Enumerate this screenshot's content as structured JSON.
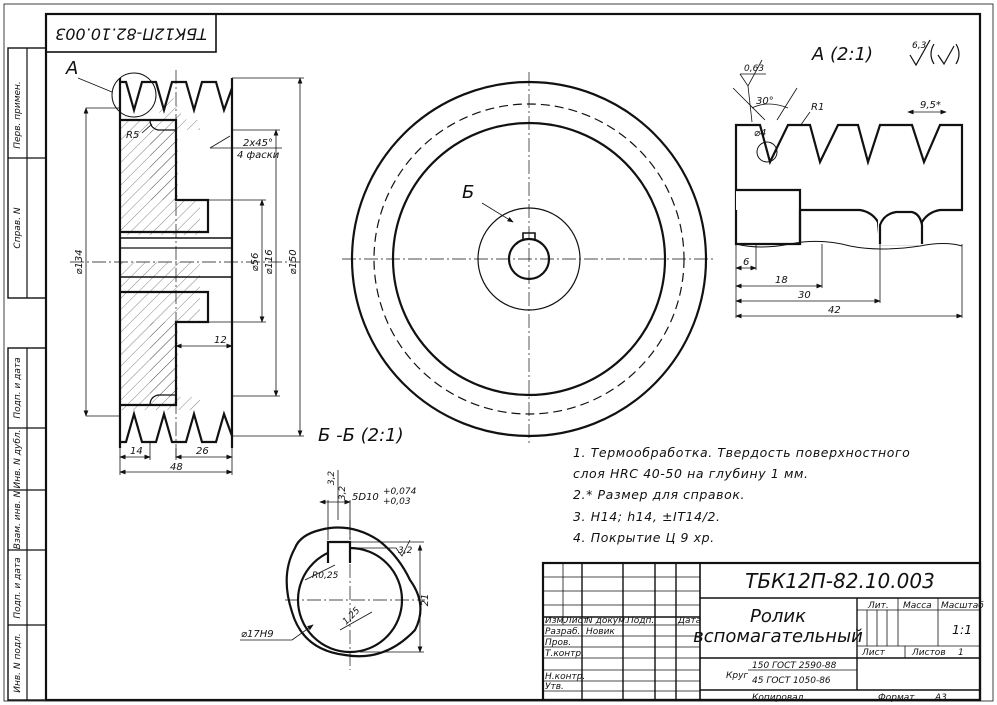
{
  "stamp_code": "ТБК12П-82.10.003",
  "side_margin": [
    "Перв. примен.",
    "Справ. N",
    "Подп. и дата",
    "Инв. N дубл.",
    "Взам. инв. N",
    "Подп. и дата",
    "Инв. N подл."
  ],
  "main_view": {
    "callout_letter": "А",
    "radius_label": "R5",
    "chamfer_label": "2x45°",
    "chamfer_note": "4 фаски",
    "dim_134": "⌀134",
    "dim_56": "⌀56",
    "dim_116": "⌀116",
    "dim_150": "⌀150",
    "dim_12": "12",
    "dim_14": "14",
    "dim_26": "26",
    "dim_48": "48"
  },
  "front_view": {
    "section_letter": "Б"
  },
  "detail_a": {
    "title": "А (2:1)",
    "roughness_general": "6,3",
    "roughness_local": "0,63",
    "angle": "30°",
    "radius": "R1",
    "pitch": "9,5*",
    "dia": "⌀4",
    "dim_6": "6",
    "dim_18": "18",
    "dim_30": "30",
    "dim_42": "42"
  },
  "section_bb": {
    "title": "Б -Б (2:1)",
    "roughness_top": "3,2",
    "roughness_side": "3,2",
    "roughness_key": "3,2",
    "keyway_tol": "5D10",
    "tol_upper": "+0,074",
    "tol_lower": "+0,03",
    "radius": "R0,25",
    "roughness_bore": "1,25",
    "dim_21": "21",
    "bore": "⌀17H9"
  },
  "notes": [
    "1.  Термообработка. Твердость поверхностного",
    "слоя HRC 40-50 на глубину 1 мм.",
    "2.* Размер для справок.",
    "3. H14; h14, ±IT14/2.",
    "4.  Покрытие Ц 9 хр."
  ],
  "title_block": {
    "designation": "ТБК12П-82.10.003",
    "name_line1": "Ролик",
    "name_line2": "вспомагательный",
    "col_izm": "Изм.",
    "col_list": "Лист",
    "col_doc": "N докум.",
    "col_sign": "Подп.",
    "col_date": "Дата",
    "row_razrab": "Разраб.",
    "razrab_name": "Новик",
    "row_prov": "Пров.",
    "row_tkontr": "Т.контр.",
    "row_nkontr": "Н.контр.",
    "row_utv": "Утв.",
    "lit": "Лит.",
    "massa": "Масса",
    "masshtab": "Масштаб",
    "scale": "1:1",
    "list": "Лист",
    "listov": "Листов",
    "listov_val": "1",
    "material_name": "Круг",
    "material_top": "150 ГОСТ 2590-88",
    "material_bottom": "45  ГОСТ 1050-86",
    "kopiroval": "Копировал",
    "format_label": "Формат",
    "format_val": "А3"
  }
}
